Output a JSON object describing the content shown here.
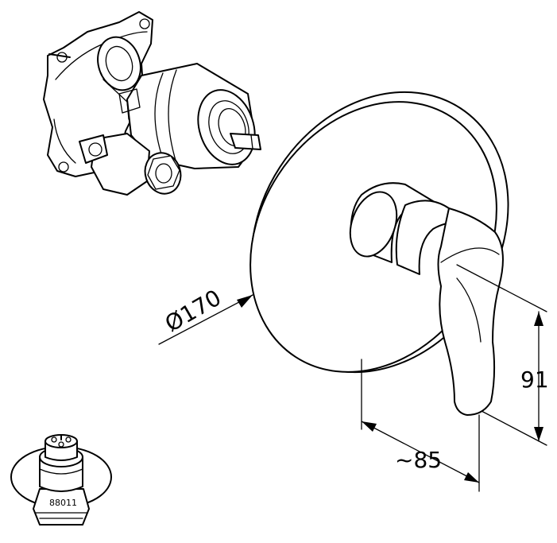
{
  "dimensions": {
    "diameter": "Ø170",
    "projection": "~85",
    "height": "91"
  },
  "part_number": "88011",
  "icons": {
    "valve_body": "concealed-valve-body-icon",
    "trim": "single-lever-trim-icon",
    "cartridge": "cartridge-part-icon"
  }
}
